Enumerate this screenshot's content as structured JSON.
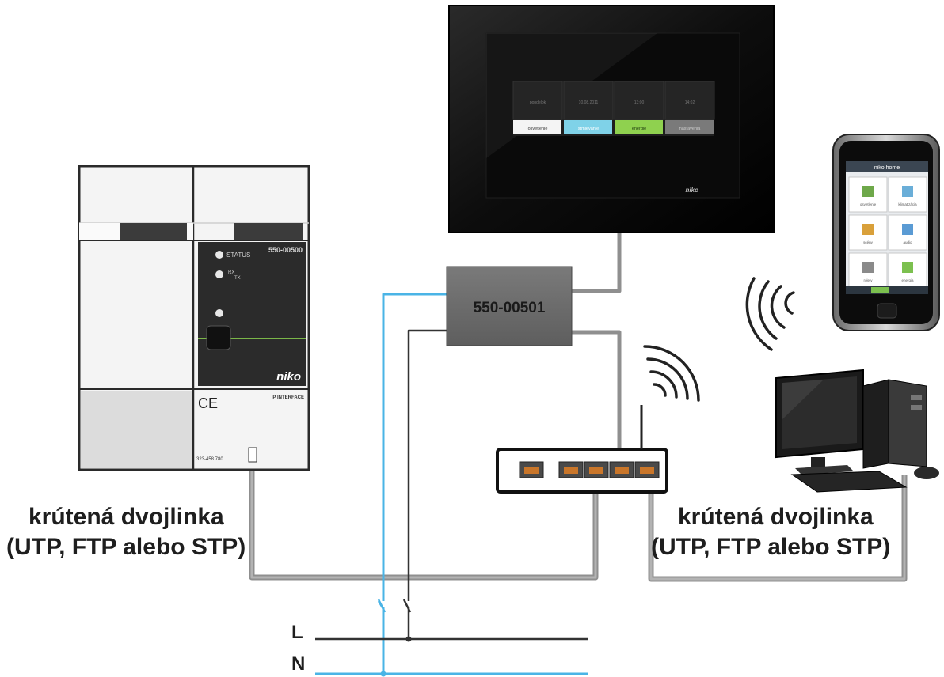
{
  "power_module": {
    "model": "550-00500",
    "status_label": "STATUS",
    "led2_label_a": "RX",
    "led2_label_b": "TX",
    "brand": "niko",
    "ce_mark": "CE",
    "interface_label": "IP INTERFACE",
    "part_number": "323-458 780"
  },
  "adapter": {
    "model": "550-00501"
  },
  "touchscreen": {
    "brand": "niko",
    "status_cells": [
      "pondelok",
      "10.08.2011",
      "13:00",
      "14:02"
    ],
    "buttons": [
      "osvetlenie",
      "stmievanie",
      "energie",
      "nastavenia"
    ]
  },
  "phone": {
    "app_title": "niko home",
    "tiles": [
      "osvetlenie",
      "klimatizácia",
      "scény",
      "audio",
      "rolety",
      "energia"
    ]
  },
  "labels": {
    "left_line1": "krútená dvojlinka",
    "left_line2": "(UTP, FTP alebo STP)",
    "right_line1": "krútená dvojlinka",
    "right_line2": "(UTP, FTP alebo STP)"
  },
  "power_lines": {
    "l": "L",
    "n": "N"
  },
  "colors": {
    "utp_cable": "#8a8a8a",
    "power_blue": "#4ab4e6",
    "power_dark": "#333333",
    "device_black": "#111111",
    "adapter_gray": "#6d6d6d"
  }
}
